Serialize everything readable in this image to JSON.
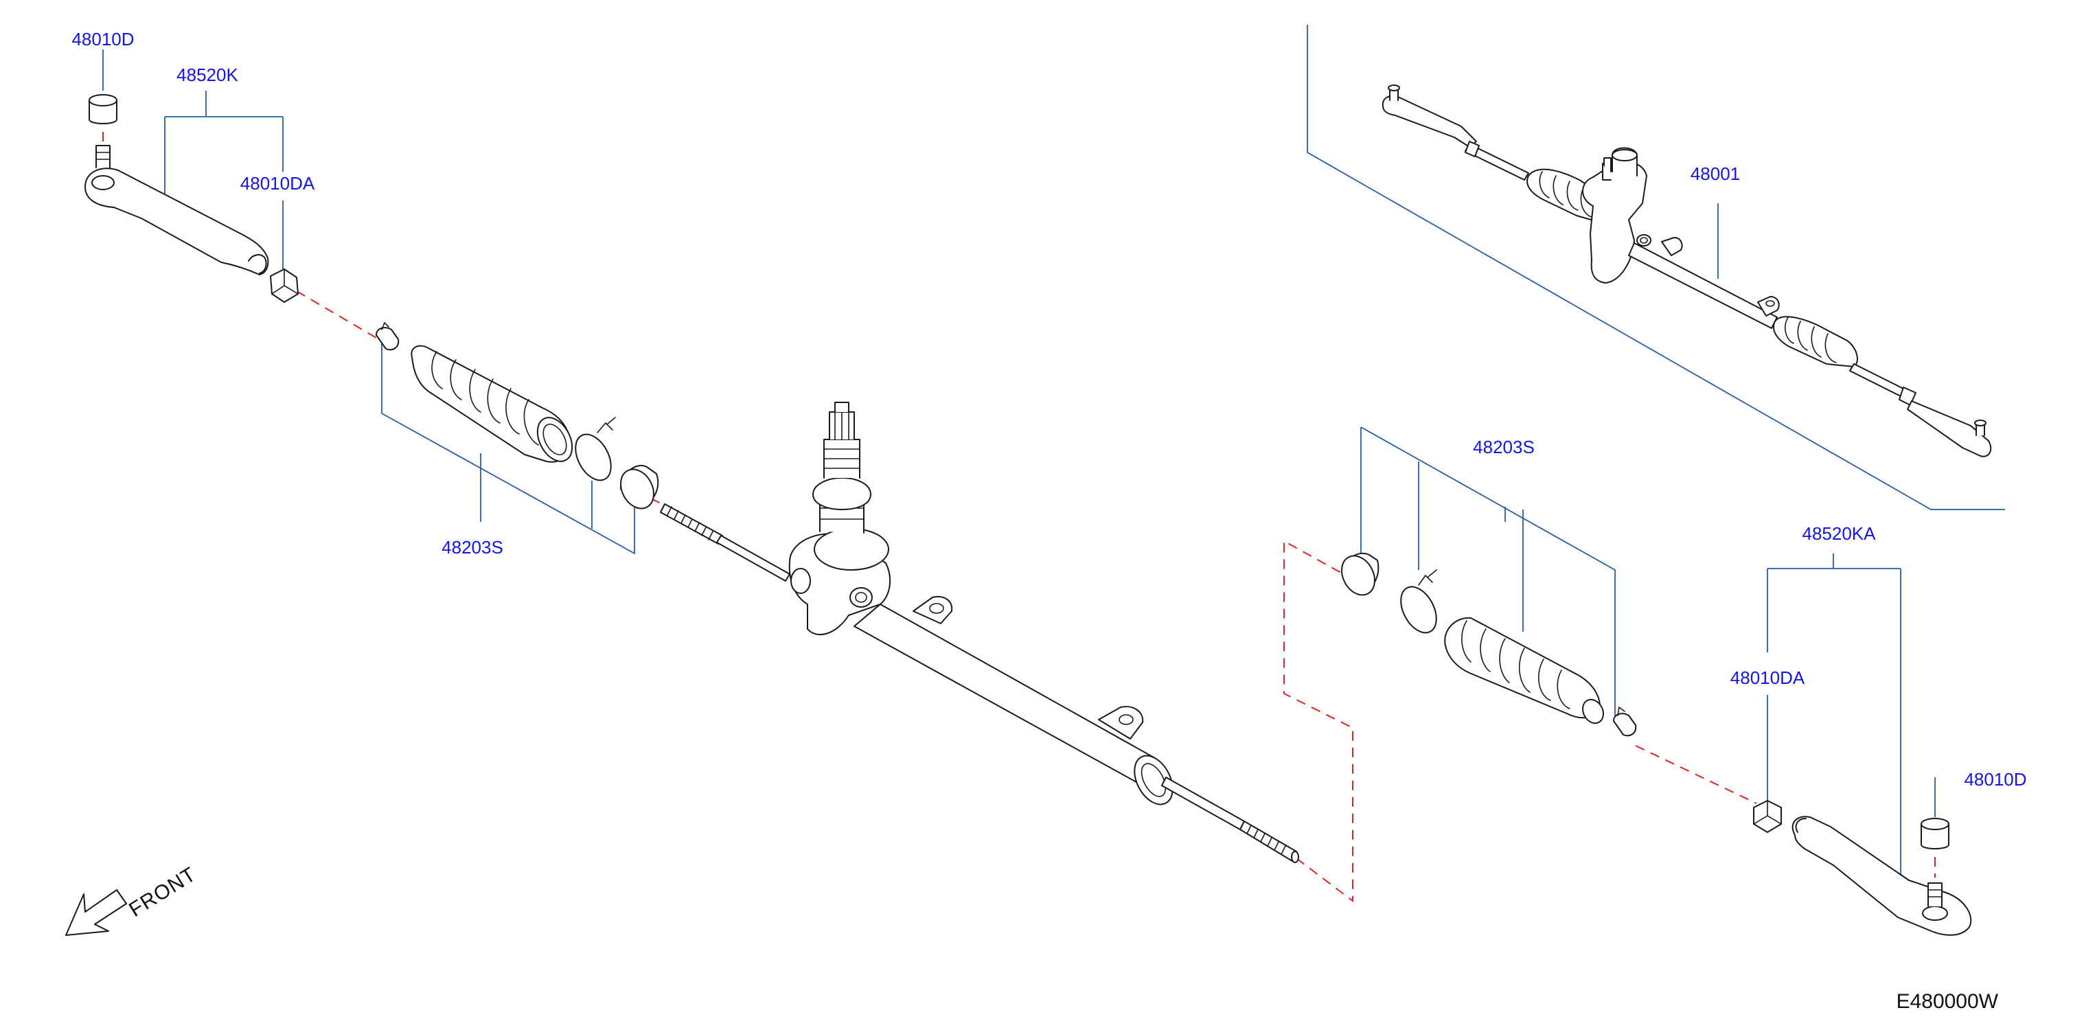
{
  "diagram_code": "E480000W",
  "front_label": "FRONT",
  "callouts": {
    "nut_left": "48010D",
    "tie_rod_end_left": "48520K",
    "locknut_left": "48010DA",
    "boot_kit_left": "48203S",
    "gear_assembly": "48001",
    "boot_kit_right": "48203S",
    "tie_rod_end_right": "48520KA",
    "locknut_right": "48010DA",
    "nut_right": "48010D"
  },
  "colors": {
    "callout_text": "#1414e6",
    "leader_lines": "#2a5ca8",
    "hidden_lines": "#e02424",
    "part_outline": "#1a1a1a"
  }
}
